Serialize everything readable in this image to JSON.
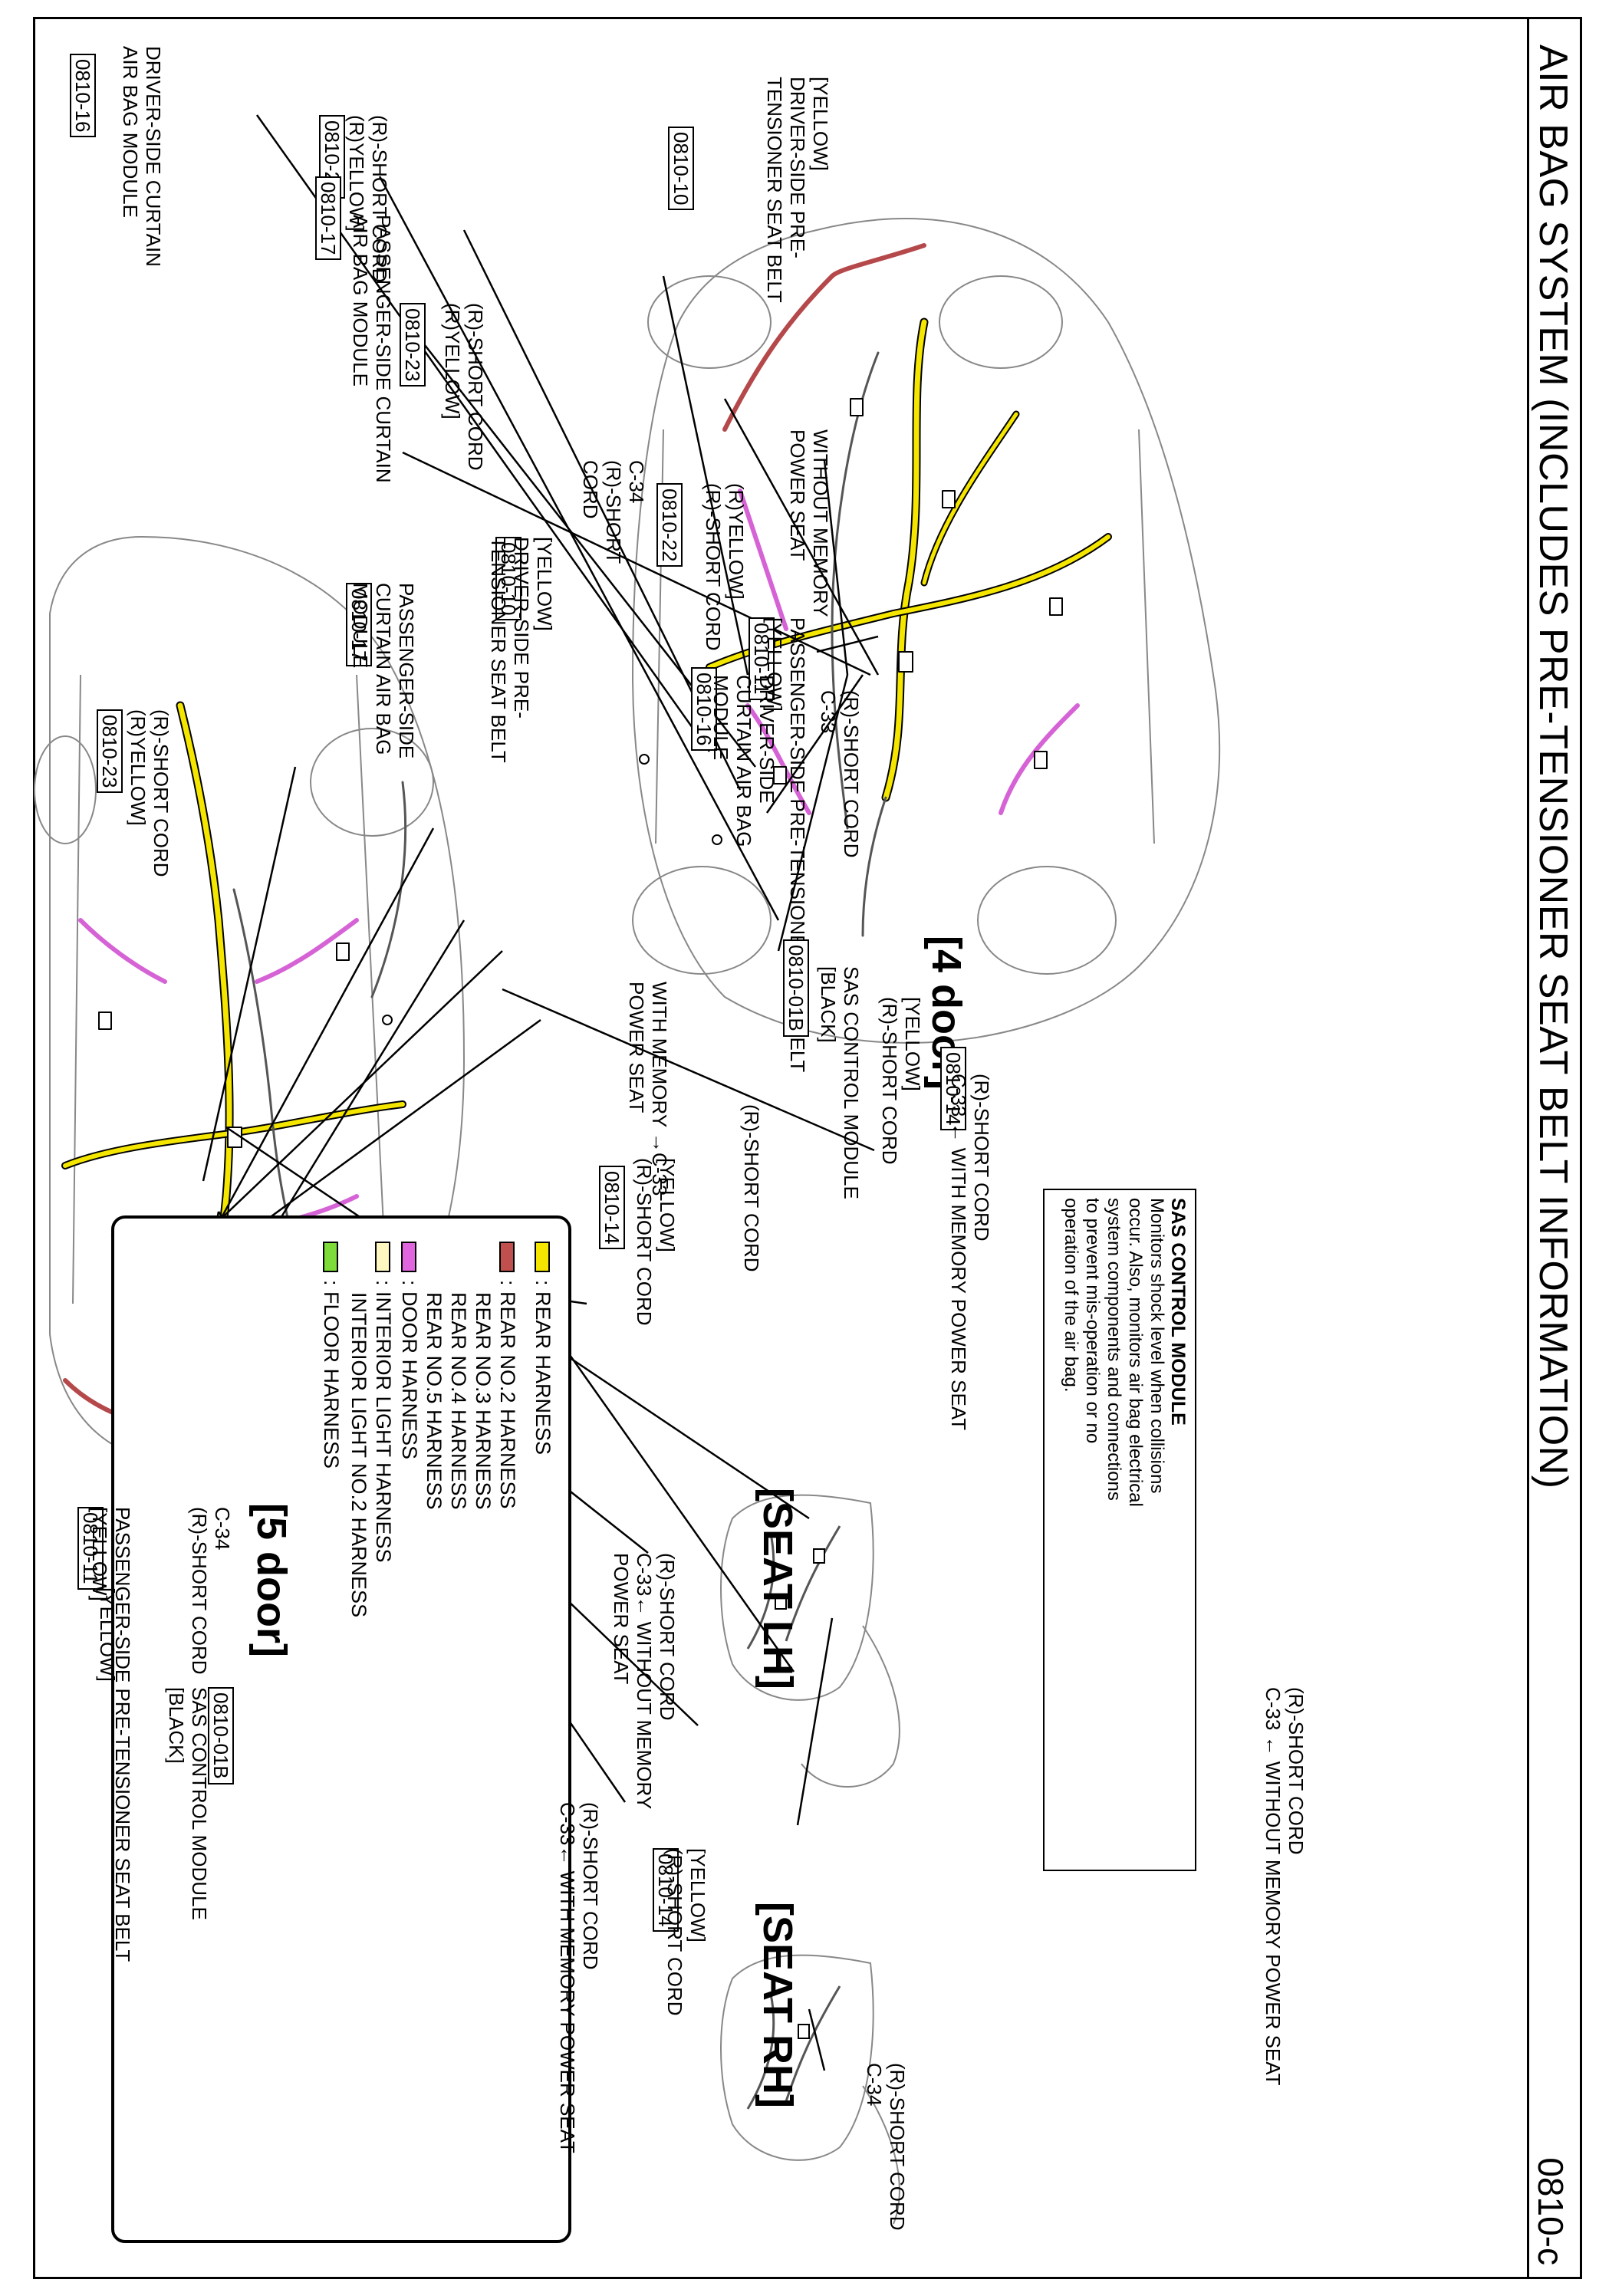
{
  "header": {
    "title": "AIR BAG SYSTEM (INCLUDES PRE-TENSIONER SEAT BELT INFORMATION)",
    "page_code": "0810-c"
  },
  "legend": {
    "items": [
      {
        "color": "#f5e600",
        "label": ": REAR HARNESS"
      },
      {
        "color": "#c0504d",
        "label": ": REAR NO.2 HARNESS"
      },
      {
        "color": "",
        "label": "REAR NO.3 HARNESS"
      },
      {
        "color": "",
        "label": "REAR NO.4 HARNESS"
      },
      {
        "color": "",
        "label": "REAR NO.5 HARNESS"
      },
      {
        "color": "#e066e0",
        "label": ": DOOR HARNESS"
      },
      {
        "color": "#fff7c0",
        "label": ": INTERIOR LIGHT HARNESS"
      },
      {
        "color": "",
        "label": "INTERIOR LIGHT NO.2 HARNESS"
      },
      {
        "color": "#7ddc3a",
        "label": ": FLOOR HARNESS"
      }
    ]
  },
  "sections": {
    "four_door": "[4 door]",
    "five_door": "[5 door]",
    "seat_lh": "[SEAT LH]",
    "seat_rh": "[SEAT RH]"
  },
  "sas_note": {
    "title": "SAS CONTROL MODULE",
    "text": "Monitors shock level when collisions\noccur. Also, monitors air bag electrical\nsystem components and connections\nto prevent mis-operation or no\noperation of the air bag."
  },
  "callouts": {
    "c1": {
      "code": "0810-16",
      "text": "DRIVER-SIDE CURTAIN\nAIR BAG MODULE"
    },
    "c2": {
      "code": "0810-22",
      "text": "(R)-SHORT CORD\n(R)YELLOW]"
    },
    "c3": {
      "code": "0810-17",
      "text": "PASSENGER-SIDE CURTAIN\nAIR BAG MODULE"
    },
    "c4": {
      "code": "0810-23",
      "text": "(R)-SHORT CORD\n(R)YELLOW]"
    },
    "c5": {
      "code": "0810-10",
      "text": "[YELLOW]\nDRIVER-SIDE PRE-\nTENSIONER SEAT BELT"
    },
    "c6": {
      "code": "",
      "text": "C-34\n(R)-SHORT\nCORD"
    },
    "c7": {
      "code": "",
      "text": "WITHOUT MEMORY\nPOWER SEAT"
    },
    "c8": {
      "code": "",
      "text": "(R)-SHORT CORD\nC-33"
    },
    "c9": {
      "code": "0810-11",
      "text": "PASSENGER-SIDE PRE-TENSIONER SEAT BELT\n[YELLOW]"
    },
    "c10": {
      "code": "0810-01B",
      "text": "SAS CONTROL MODULE\n[BLACK]"
    },
    "c11": {
      "code": "0810-14",
      "text": "[YELLOW]\n(R)-SHORT CORD"
    },
    "c12": {
      "code": "",
      "text": "(R)-SHORT CORD\nC-33 ← WITH MEMORY POWER SEAT"
    },
    "c13": {
      "code": "",
      "text": "WITH MEMORY →C-33\nPOWER SEAT"
    },
    "c14": {
      "code": "",
      "text": "(R)-SHORT CORD"
    },
    "c15": {
      "code": "0810-14",
      "text": "[YELLOW]\n(R)-SHORT CORD"
    },
    "c16": {
      "code": "",
      "text": "(R)-SHORT CORD\nC-33 ← WITHOUT MEMORY POWER SEAT"
    },
    "c17": {
      "code": "",
      "text": "(R)-SHORT CORD\nC-34"
    },
    "c18": {
      "code": "0810-22",
      "text": "(R)YELLOW]\n(R)-SHORT CORD"
    },
    "c19": {
      "code": "0810-16",
      "text": "DRIVER-SIDE\nCURTAIN AIR BAG\nMODULE"
    },
    "c20": {
      "code": "0810-10",
      "text": "[YELLOW]\nDRIVER-SIDE PRE-\nTENSIONER SEAT BELT"
    },
    "c21": {
      "code": "0810-17",
      "text": "PASSENGER-SIDE\nCURTAIN AIR BAG\nMODULE"
    },
    "c22": {
      "code": "0810-23",
      "text": "(R)-SHORT CORD\n(R)YELLOW]"
    },
    "c23": {
      "code": "0810-11",
      "text": "PASSENGER-SIDE PRE-TENSIONER SEAT BELT\n[YELLOW]"
    },
    "c24": {
      "code": "",
      "text": "C-34\n(R)-SHORT CORD"
    },
    "c25": {
      "code": "",
      "text": "(R)-SHORT CORD\nC-33← WITHOUT MEMORY\nPOWER SEAT"
    },
    "c26": {
      "code": "0810-01B",
      "text": "SAS CONTROL MODULE\n[BLACK]"
    },
    "c27": {
      "code": "",
      "text": "(R)-SHORT CORD\nC-33← WITH MEMORY POWER SEAT"
    },
    "c28": {
      "code": "0810-14",
      "text": "[YELLOW]\n(R)-SHORT CORD"
    },
    "c29": {
      "code": "",
      "text": "[YELLOW]"
    }
  },
  "harness_colors": {
    "rear": "#f5e600",
    "rear_no2": "#b5484a",
    "door": "#d663d6",
    "floor": "#7ddc3a",
    "wire": "#555555"
  }
}
